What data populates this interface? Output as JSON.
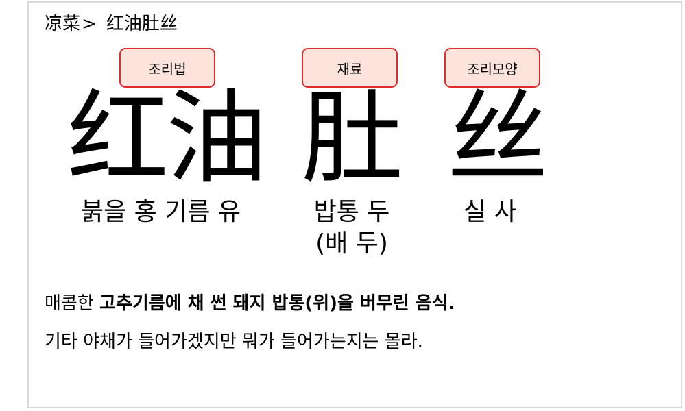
{
  "breadcrumb": {
    "category": "凉菜",
    "separator": ">",
    "dish": "红油肚丝"
  },
  "tags": {
    "method": "조리법",
    "ingredient": "재료",
    "shape": "조리모양"
  },
  "characters": {
    "method": "红油",
    "ingredient": "肚",
    "shape": "丝"
  },
  "glosses": {
    "method": "붉을 홍 기름 유",
    "ingredient_line1": "밥통 두",
    "ingredient_line2": "(배 두)",
    "shape": "실 사"
  },
  "description": {
    "line1_prefix": "매콤한 ",
    "line1_bold": "고추기름에 채 썬 돼지 밥통(위)을 버무린 음식.",
    "line2": "기타  야채가 들어가겠지만 뭐가 들어가는지는 몰라."
  },
  "colors": {
    "tag_border": "#e02b2b",
    "tag_fill": "#fce3dc",
    "slide_border": "#d9d9d9"
  }
}
